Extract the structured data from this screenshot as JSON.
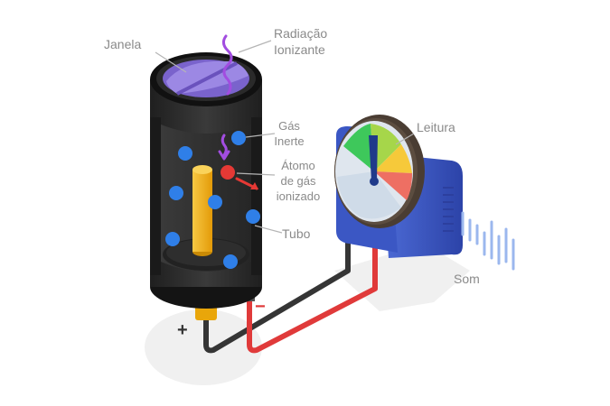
{
  "labels": {
    "janela": "Janela",
    "radiacao_line1": "Radiação",
    "radiacao_line2": "Ionizante",
    "gas_line1": "Gás",
    "gas_line2": "Inerte",
    "atomo_line1": "Átomo",
    "atomo_line2": "de gás",
    "atomo_line3": "ionizado",
    "tubo": "Tubo",
    "leitura": "Leitura",
    "som": "Som",
    "plus": "+",
    "minus": "−"
  },
  "colors": {
    "tube_body": "#2b2b2b",
    "tube_dark": "#1c1c1c",
    "window": "#8e78d8",
    "window_edge": "#6f58c4",
    "electrode": "#f6b417",
    "gas_atom": "#2f7fe8",
    "ionized_atom": "#e53935",
    "wire_negative": "#e03a3a",
    "wire_positive": "#353535",
    "meter_box": "#3b57c4",
    "meter_rim": "#4a3d33",
    "radiation": "#a24de0",
    "sound_wave": "#9bb7ee"
  },
  "icons": {
    "radiation": "wavy-arrow-icon",
    "sound": "sound-wave-icon",
    "needle": "gauge-needle-icon"
  }
}
